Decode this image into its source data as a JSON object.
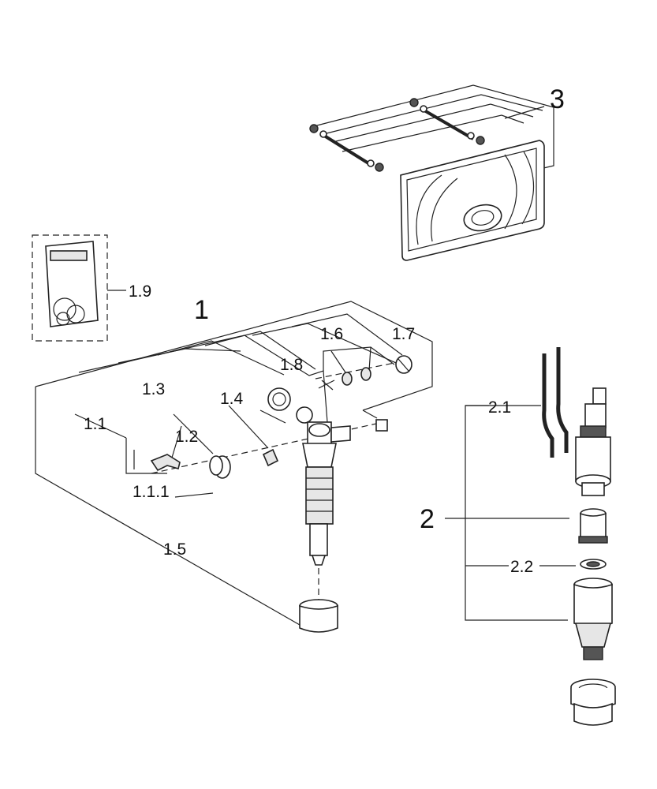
{
  "labels": {
    "l3": "3",
    "l1": "1",
    "l1_9": "1.9",
    "l1_6": "1.6",
    "l1_7": "1.7",
    "l1_8": "1.8",
    "l1_3": "1.3",
    "l1_4": "1.4",
    "l1_1": "1.1",
    "l1_2": "1.2",
    "l1_1_1": "1.1.1",
    "l1_5": "1.5",
    "l2_1": "2.1",
    "l2": "2",
    "l2_2": "2.2"
  }
}
